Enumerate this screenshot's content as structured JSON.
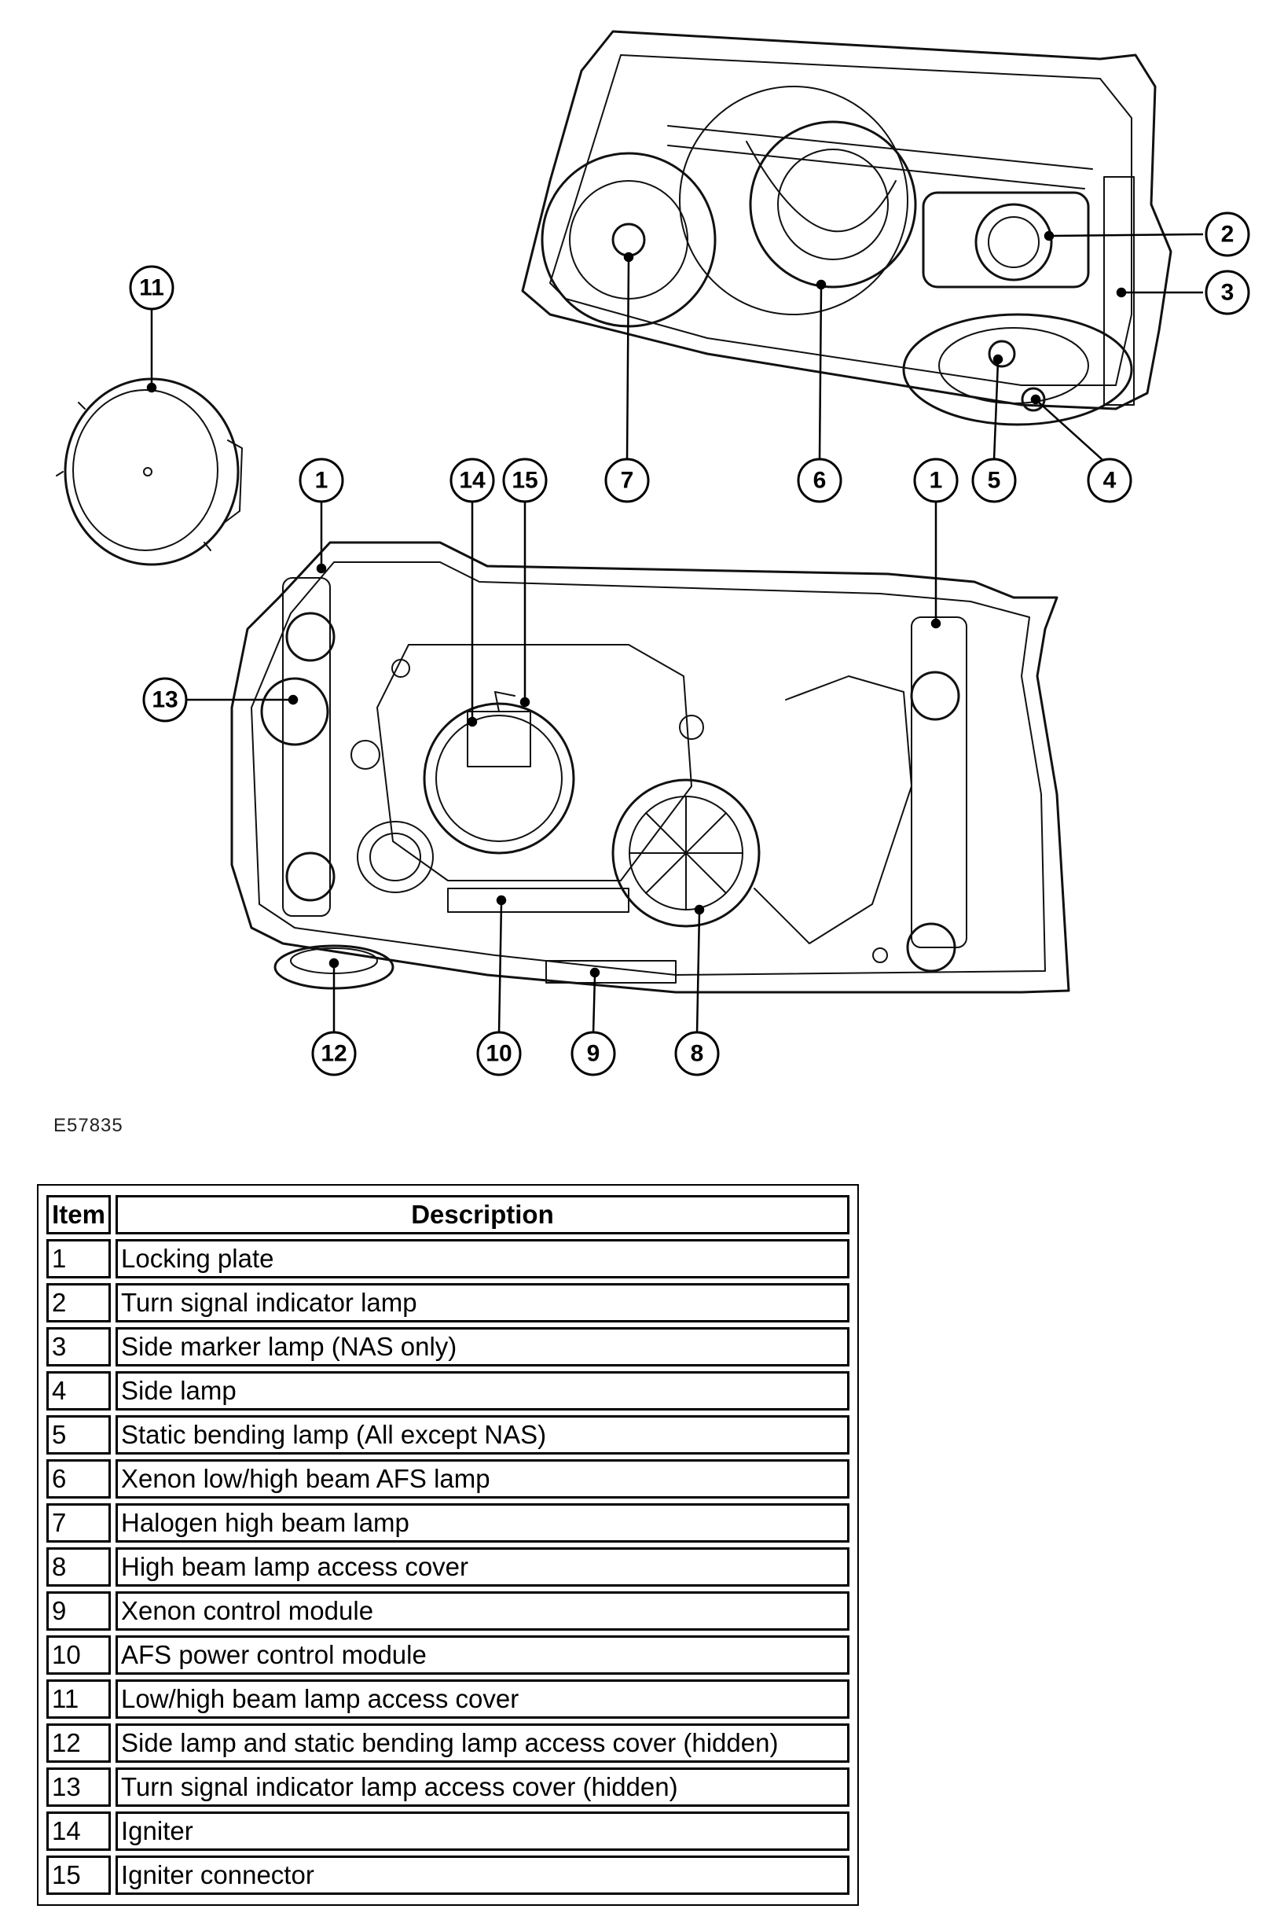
{
  "figure_id": "E57835",
  "callouts": [
    "1",
    "2",
    "3",
    "4",
    "5",
    "6",
    "7",
    "8",
    "9",
    "10",
    "11",
    "12",
    "13",
    "14",
    "15"
  ],
  "legend": {
    "headers": [
      "Item",
      "Description"
    ],
    "rows": [
      {
        "item": "1",
        "description": "Locking plate"
      },
      {
        "item": "2",
        "description": "Turn signal indicator lamp"
      },
      {
        "item": "3",
        "description": "Side marker lamp (NAS only)"
      },
      {
        "item": "4",
        "description": "Side lamp"
      },
      {
        "item": "5",
        "description": "Static bending lamp (All except NAS)"
      },
      {
        "item": "6",
        "description": "Xenon low/high beam AFS lamp"
      },
      {
        "item": "7",
        "description": "Halogen high beam lamp"
      },
      {
        "item": "8",
        "description": "High beam lamp access cover"
      },
      {
        "item": "9",
        "description": "Xenon control module"
      },
      {
        "item": "10",
        "description": "AFS power control module"
      },
      {
        "item": "11",
        "description": "Low/high beam lamp access cover"
      },
      {
        "item": "12",
        "description": "Side lamp and static bending lamp access cover (hidden)"
      },
      {
        "item": "13",
        "description": "Turn signal indicator lamp access cover (hidden)"
      },
      {
        "item": "14",
        "description": "Igniter"
      },
      {
        "item": "15",
        "description": "Igniter connector"
      }
    ]
  }
}
